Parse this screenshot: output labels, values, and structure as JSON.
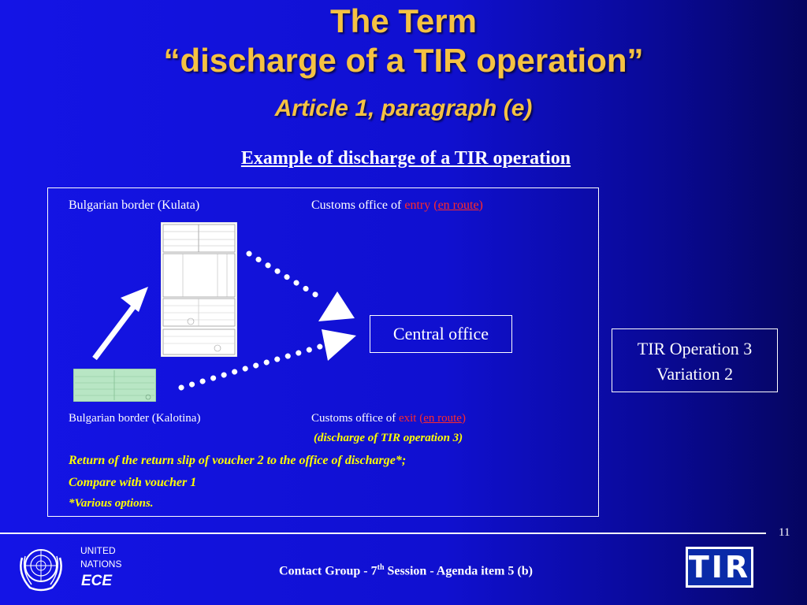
{
  "title": {
    "line1": "The Term",
    "line2": "“discharge of a TIR operation”",
    "line3": "Article 1, paragraph (e)"
  },
  "subtitle": "Example of discharge of a TIR operation",
  "diagram": {
    "top_left_label": "Bulgarian border (Kulata)",
    "top_right_prefix": "Customs office of ",
    "top_right_entry": "entry",
    "top_right_open": " (",
    "top_right_en_route": "en route",
    "top_right_close": ")",
    "central_office": "Central office",
    "bottom_left_label": "Bulgarian border (Kalotina)",
    "bottom_right_prefix": "Customs office of ",
    "bottom_right_exit": "exit",
    "bottom_right_open": " (",
    "bottom_right_en_route": "en route",
    "bottom_right_close": ")",
    "discharge_note": "(discharge of TIR operation 3)",
    "note_line1": "Return of the return slip of voucher 2 to the office of discharge*;",
    "note_line2": "Compare with voucher 1",
    "note_line3": "*Various options."
  },
  "side_box": {
    "line1": "TIR Operation 3",
    "line2": "Variation 2"
  },
  "page_number": "11",
  "footer": {
    "prefix": "Contact Group - 7",
    "sup": "th",
    "suffix": " Session - Agenda item 5 (b)"
  },
  "un_logo": {
    "line1": "UNITED",
    "line2": "NATIONS",
    "line3": "ECE"
  },
  "tir_logo": "TIR",
  "colors": {
    "background": "#1414e6",
    "title": "#f5c242",
    "highlight_red": "#ff2a2a",
    "note_yellow": "#ffff00"
  }
}
